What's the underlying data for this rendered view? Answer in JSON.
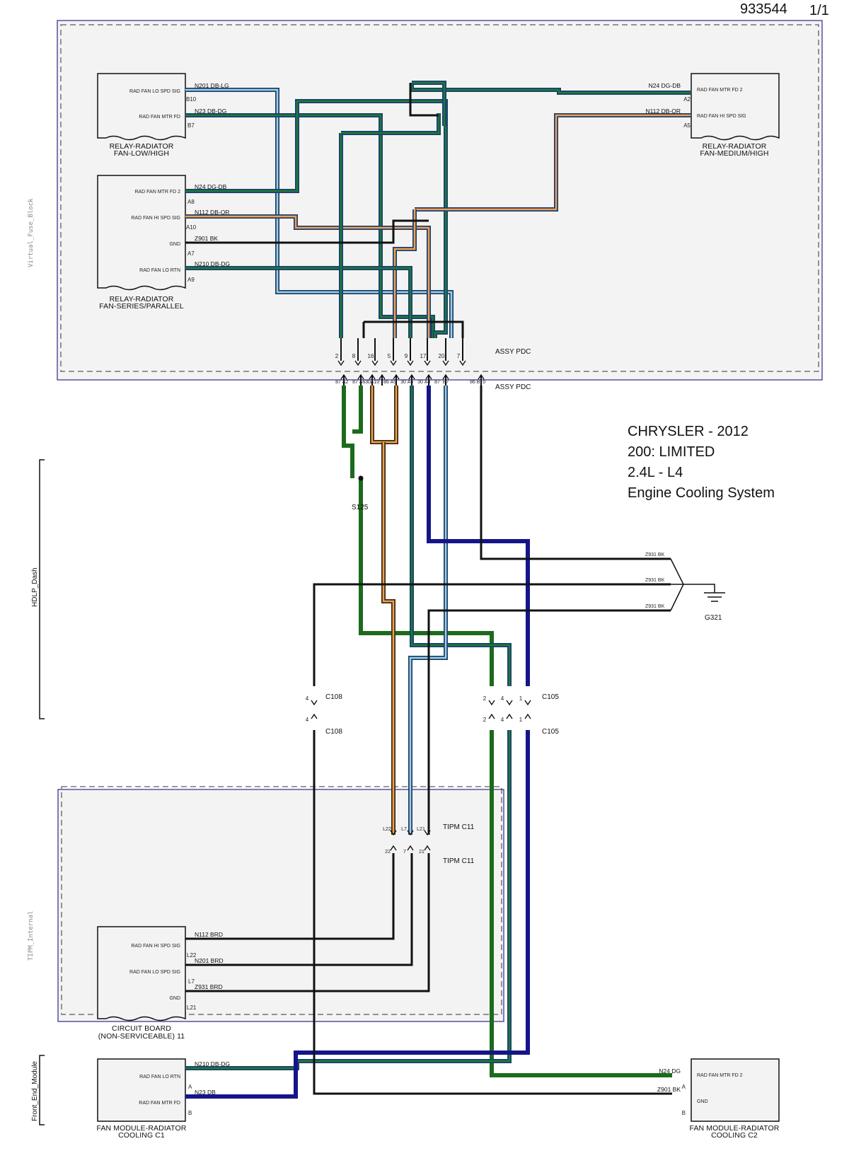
{
  "header": {
    "doc_number": "933544",
    "page": "1/1"
  },
  "vehicle_info": [
    "CHRYSLER - 2012",
    "200: LIMITED",
    "2.4L - L4",
    "Engine Cooling System"
  ],
  "sections": {
    "fuse_block": "Virtual_Fuse_Block",
    "hdlp_dash": "HDLP_Dash",
    "tipm_internal": "TIPM_Internal",
    "front_end_module": "Front_End_Module"
  },
  "components": {
    "relay_low_high": {
      "caption": [
        "RELAY-RADIATOR",
        "FAN-LOW/HIGH"
      ],
      "pins": [
        {
          "label": "RAD FAN LO SPD SIG",
          "pin": "B10",
          "wire": "N201 DB-LG"
        },
        {
          "label": "RAD FAN MTR FD",
          "pin": "B7",
          "wire": "N23 DB-DG"
        }
      ]
    },
    "relay_series_parallel": {
      "caption": [
        "RELAY-RADIATOR",
        "FAN-SERIES/PARALLEL"
      ],
      "pins": [
        {
          "label": "RAD FAN MTR FD 2",
          "pin": "A8",
          "wire": "N24 DG-DB"
        },
        {
          "label": "RAD FAN HI SPD SIG",
          "pin": "A10",
          "wire": "N112 DB-OR"
        },
        {
          "label": "GND",
          "pin": "A7",
          "wire": "Z901 BK"
        },
        {
          "label": "RAD FAN LO RTN",
          "pin": "A9",
          "wire": "N210 DB-DG"
        }
      ]
    },
    "relay_medium_high": {
      "caption": [
        "RELAY-RADIATOR",
        "FAN-MEDIUM/HIGH"
      ],
      "pins": [
        {
          "label": "RAD FAN MTR FD 2",
          "pin": "A2",
          "wire": "N24 DG-DB"
        },
        {
          "label": "RAD FAN HI SPD SIG",
          "pin": "A5",
          "wire": "N112 DB-OR"
        }
      ]
    },
    "circuit_board": {
      "caption": [
        "CIRCUIT BOARD",
        "(NON-SERVICEABLE) 11"
      ],
      "pins": [
        {
          "label": "RAD FAN HI SPD SIG",
          "pin": "L22",
          "wire": "N112 BRD"
        },
        {
          "label": "RAD FAN LO SPD SIG",
          "pin": "L7",
          "wire": "N201 BRD"
        },
        {
          "label": "GND",
          "pin": "L21",
          "wire": "Z931 BRD"
        }
      ]
    },
    "fan_c1": {
      "caption": [
        "FAN MODULE-RADIATOR",
        "COOLING C1"
      ],
      "pins": [
        {
          "label": "RAD FAN LO RTN",
          "pin": "A",
          "wire": "N210 DB-DG"
        },
        {
          "label": "RAD FAN MTR FD",
          "pin": "B",
          "wire": "N23 DB"
        }
      ]
    },
    "fan_c2": {
      "caption": [
        "FAN MODULE-RADIATOR",
        "COOLING C2"
      ],
      "pins": [
        {
          "label": "RAD FAN MTR FD 2",
          "pin": "A",
          "wire": "N24 DG"
        },
        {
          "label": "GND",
          "pin": "B",
          "wire": "Z901 BK"
        }
      ]
    }
  },
  "connectors": {
    "assy_pdc": "ASSY PDC",
    "pdc_top_pins": [
      "2",
      "8",
      "16",
      "5",
      "9",
      "17",
      "20",
      "7"
    ],
    "pdc_bottom_pins": [
      "87",
      "A2",
      "87",
      "A6",
      "30",
      "A10",
      "86",
      "A9",
      "30",
      "A5",
      "30",
      "A8",
      "87",
      "B7",
      "86",
      "B10",
      "87",
      "A7"
    ],
    "splice": "S125",
    "ground": "G321",
    "ground_wires": [
      "Z931 BK",
      "Z931 BK",
      "Z931 BK"
    ],
    "c108": "C108",
    "c108_pin": "4",
    "c105": "C105",
    "c105_pins": [
      "2",
      "4",
      "1"
    ],
    "tipm": "TIPM C11",
    "tipm_top_pins": [
      "L22",
      "L7",
      "L21"
    ],
    "tipm_bottom_pins": [
      "22",
      "7",
      "21"
    ]
  }
}
